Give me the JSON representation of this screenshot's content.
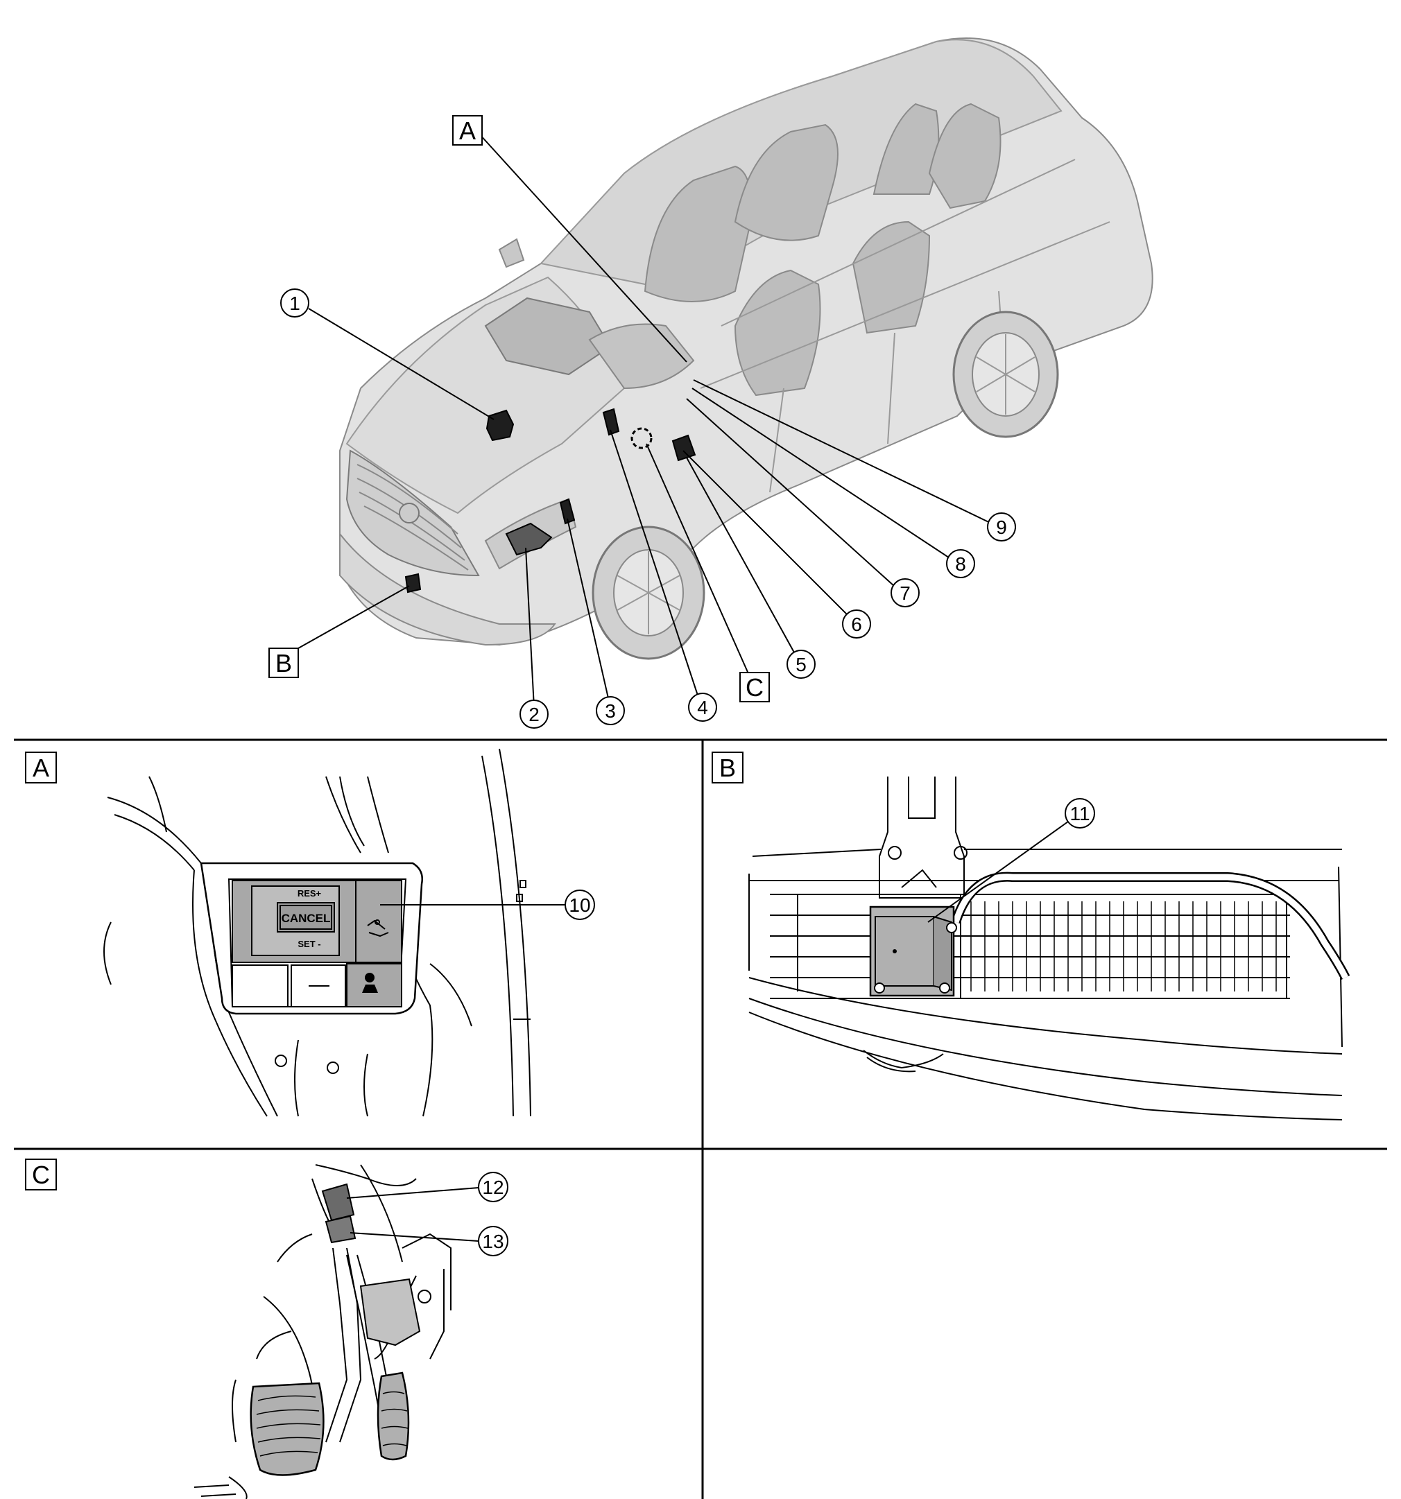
{
  "overview": {
    "box_labels": {
      "a": "A",
      "b": "B",
      "c": "C"
    },
    "callouts": [
      "1",
      "2",
      "3",
      "4",
      "5",
      "6",
      "7",
      "8",
      "9"
    ]
  },
  "panel_a": {
    "label": "A",
    "callout": "10",
    "switch_labels": {
      "res": "RES+",
      "cancel": "CANCEL",
      "set": "SET -"
    }
  },
  "panel_b": {
    "label": "B",
    "callout": "11"
  },
  "panel_c": {
    "label": "C",
    "callouts": [
      "12",
      "13"
    ]
  }
}
